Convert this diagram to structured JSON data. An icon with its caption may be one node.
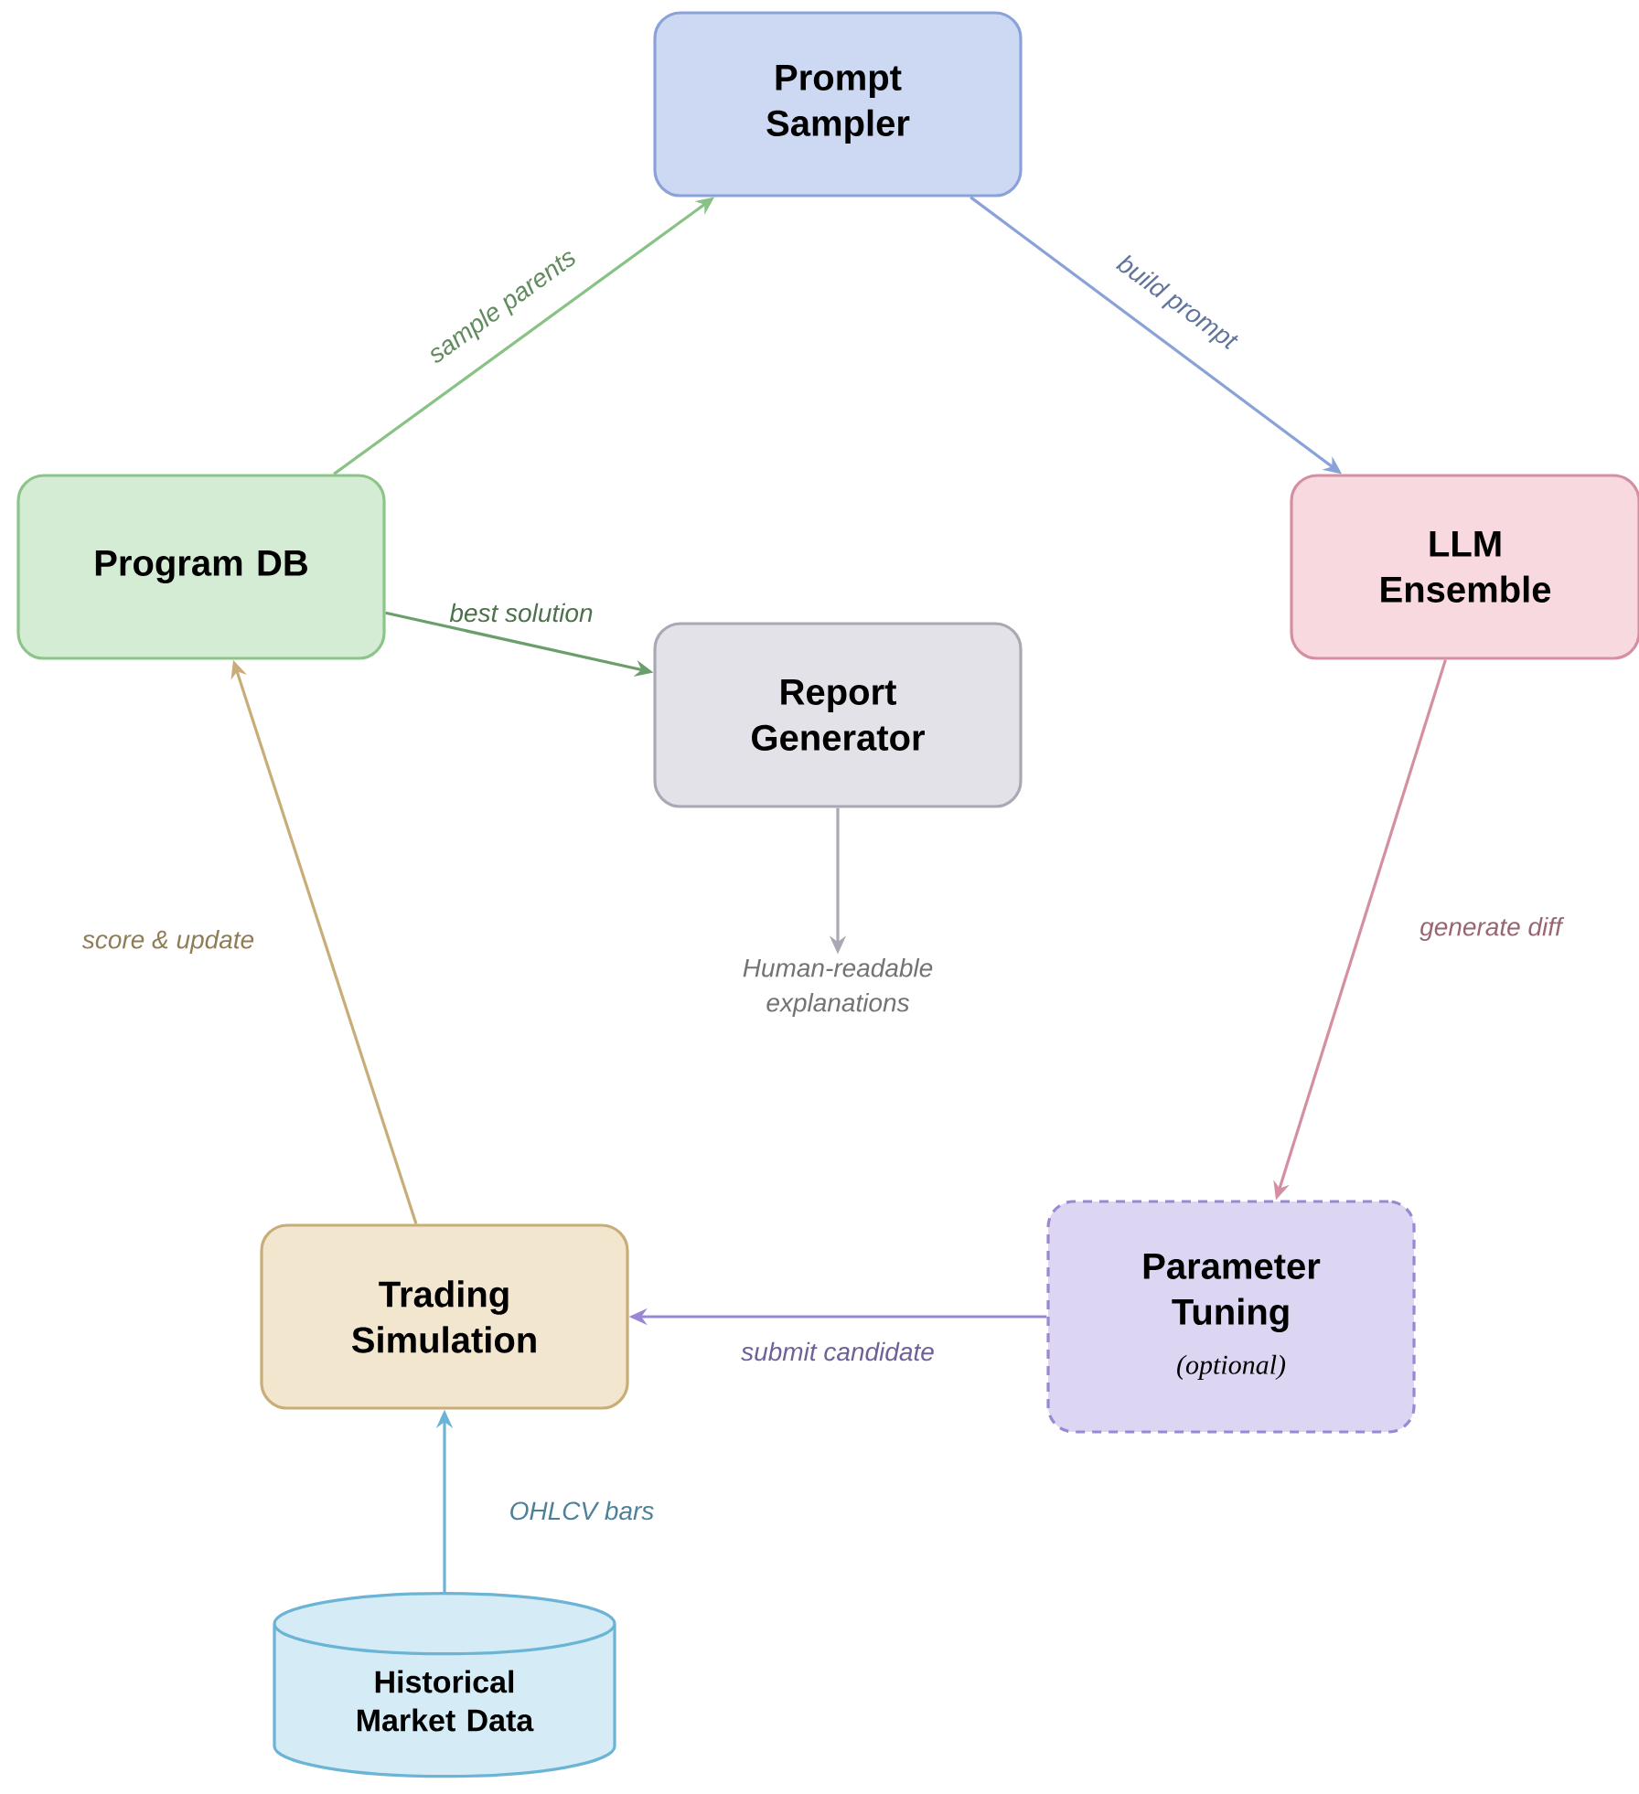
{
  "diagram": {
    "nodes": [
      {
        "text": [
          "Prompt Sampler"
        ]
      },
      {
        "text": [
          "Program DB"
        ]
      },
      {
        "text": [
          "LLM Ensemble"
        ]
      },
      {
        "text": [
          "Report Generator"
        ]
      },
      {
        "text": [
          "Human-readable explanations"
        ]
      },
      {
        "text": [
          "Trading Simulation"
        ]
      },
      {
        "text": [
          "Parameter Tuning",
          "(optional)"
        ]
      },
      {
        "text": [
          "Historical Market Data"
        ]
      }
    ],
    "edges": [
      {
        "from": 1,
        "to": 0,
        "arrow": "to",
        "label": "sample parents",
        "color": "#88c285"
      },
      {
        "from": 0,
        "to": 2,
        "arrow": "to",
        "label": "build prompt",
        "color": "#8aa2d8"
      },
      {
        "from": 1,
        "to": 3,
        "arrow": "to",
        "label": "best solution",
        "color": "#6a9e6a"
      },
      {
        "from": 3,
        "to": 4,
        "arrow": "to",
        "color": "#a9a8b4"
      },
      {
        "from": 2,
        "to": 6,
        "arrow": "to",
        "label": "generate diff",
        "color": "#d48fa0"
      },
      {
        "from": 6,
        "to": 5,
        "arrow": "to",
        "label": "submit candidate",
        "color": "#9a88d4"
      },
      {
        "from": 5,
        "to": 1,
        "arrow": "to",
        "label": "score & update",
        "color": "#c9ad78"
      },
      {
        "from": 7,
        "to": 5,
        "arrow": "to",
        "label": "OHLCV bars",
        "color": "#6cb4d6"
      }
    ]
  }
}
